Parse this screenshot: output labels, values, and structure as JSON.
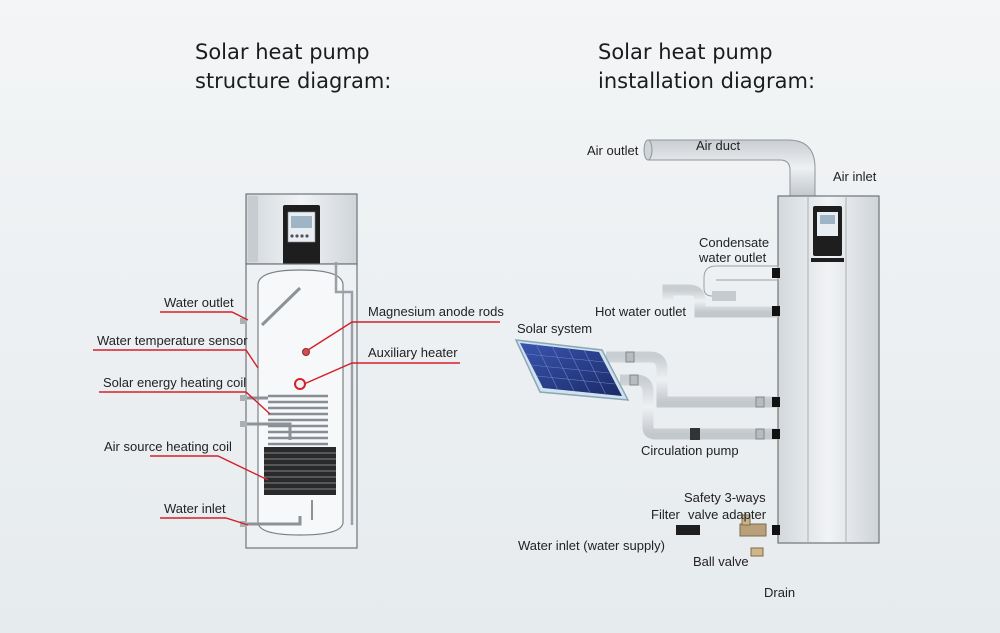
{
  "left": {
    "title_line1": "Solar heat pump",
    "title_line2": "structure diagram:",
    "labels": {
      "water_outlet": "Water outlet",
      "water_temperature_sensor": "Water temperature sensor",
      "solar_energy_heating_coil": "Solar energy heating coil",
      "air_source_heating_coil": "Air source heating coil",
      "water_inlet": "Water inlet",
      "magnesium_anode_rods": "Magnesium anode rods",
      "auxiliary_heater": "Auxiliary heater"
    }
  },
  "right": {
    "title_line1": "Solar heat pump",
    "title_line2": "installation diagram:",
    "labels": {
      "air_outlet": "Air outlet",
      "air_duct": "Air duct",
      "air_inlet": "Air inlet",
      "condensate_line1": "Condensate",
      "condensate_line2": "water outlet",
      "hot_water_outlet": "Hot water outlet",
      "solar_system": "Solar system",
      "circulation_pump": "Circulation pump",
      "safety_line1": "Safety 3-ways",
      "filter": "Filter",
      "valve_adapter": "valve adapter",
      "water_inlet_supply": "Water inlet (water supply)",
      "ball_valve": "Ball valve",
      "drain": "Drain"
    }
  },
  "colors": {
    "leader_line": "#d4202a",
    "unit_body": "#e2e6e9",
    "unit_outline": "#6f7579",
    "panel_blue": "#2c3f8c",
    "pipe_fill": "#dde1e4"
  }
}
